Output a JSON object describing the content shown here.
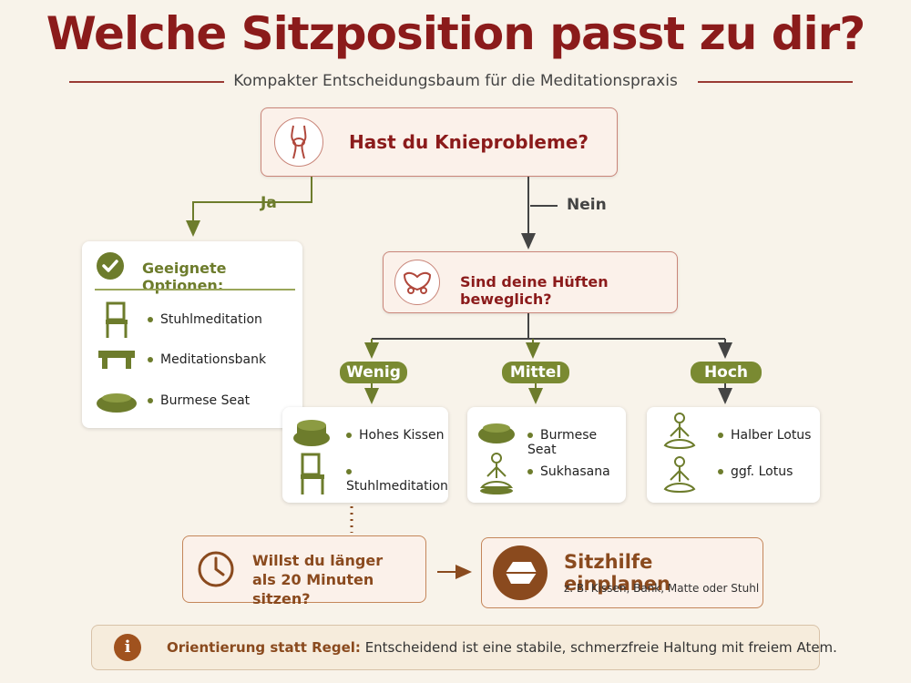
{
  "header": {
    "title": "Welche Sitzposition passt zu dir?",
    "subtitle": "Kompakter Entscheidungsbaum für die Meditationspraxis"
  },
  "q1": {
    "text": "Hast du Knieprobleme?",
    "icon": "knee-icon"
  },
  "branch_yes": "Ja",
  "branch_no": "Nein",
  "options_card": {
    "heading": "Geeignete Optionen:",
    "items": [
      "Stuhlmeditation",
      "Meditationsbank",
      "Burmese Seat"
    ]
  },
  "q2": {
    "text": "Sind deine Hüften beweglich?",
    "icon": "hip-icon"
  },
  "levels": [
    {
      "label": "Wenig",
      "items": [
        "Hohes Kissen",
        "Stuhlmeditation"
      ]
    },
    {
      "label": "Mittel",
      "items": [
        "Burmese Seat",
        "Sukhasana"
      ]
    },
    {
      "label": "Hoch",
      "items": [
        "Halber Lotus",
        "ggf. Lotus"
      ]
    }
  ],
  "q3": {
    "line1": "Willst du länger",
    "line2": "als 20 Minuten sitzen?"
  },
  "result": {
    "title": "Sitzhilfe einplanen",
    "subtitle": "z. B. Kissen, Bank, Matte oder Stuhl"
  },
  "note": {
    "label": "Orientierung statt Regel:",
    "text": "Entscheidend ist eine stabile, schmerzfreie Haltung mit freiem Atem."
  },
  "colors": {
    "accent_red": "#8b1b1b",
    "olive": "#7a8a32",
    "brown": "#8a4a1e",
    "dark": "#444444"
  }
}
